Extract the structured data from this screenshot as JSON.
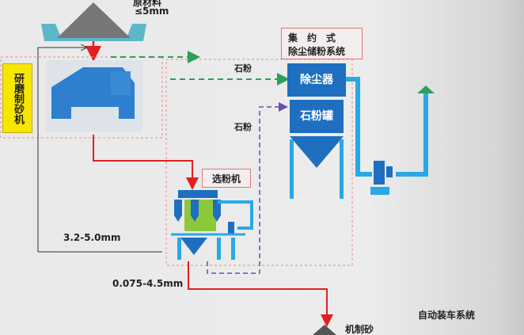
{
  "raw_material": {
    "label": "原材料",
    "size": "≤5mm"
  },
  "grinding_machine": {
    "label": "研磨制砂机"
  },
  "stone_powder_1": "石粉",
  "stone_powder_2": "石粉",
  "dust_system": {
    "line1": "集　约　式",
    "line2": "除尘储粉系统",
    "collector": "除尘器",
    "tank": "石粉罐"
  },
  "classifier": {
    "label": "选粉机"
  },
  "return_size": "3.2-5.0mm",
  "product_size": "0.075-4.5mm",
  "product": "机制砂",
  "loading": "自动装车系统",
  "colors": {
    "red": "#e02020",
    "green": "#2aa05a",
    "purple": "#6a4fb0",
    "blue": "#29a8e6",
    "dark_blue": "#1e6fc0"
  }
}
